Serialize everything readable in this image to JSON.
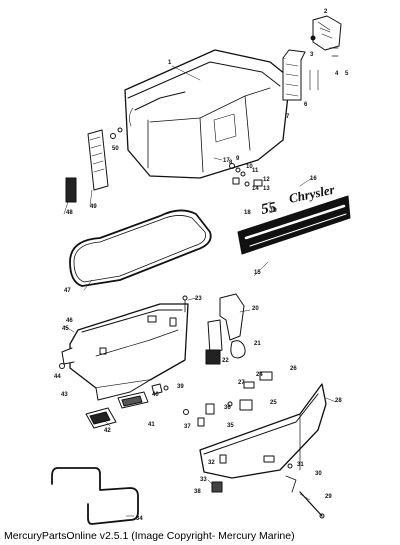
{
  "diagram": {
    "brand_script": "Chrysler",
    "model_badge": "55",
    "callouts": [
      "1",
      "2",
      "3",
      "4",
      "5",
      "6",
      "7",
      "8",
      "9",
      "10",
      "11",
      "12",
      "13",
      "14",
      "15",
      "16",
      "17",
      "18",
      "19",
      "20",
      "21",
      "22",
      "23",
      "24",
      "25",
      "26",
      "27",
      "28",
      "29",
      "30",
      "31",
      "32",
      "33",
      "34",
      "35",
      "36",
      "37",
      "38",
      "39",
      "40",
      "41",
      "42",
      "43",
      "44",
      "45",
      "46",
      "47",
      "48",
      "49",
      "50"
    ]
  },
  "footer": {
    "caption": "MercuryPartsOnline v2.5.1 (Image Copyright- Mercury Marine)"
  }
}
